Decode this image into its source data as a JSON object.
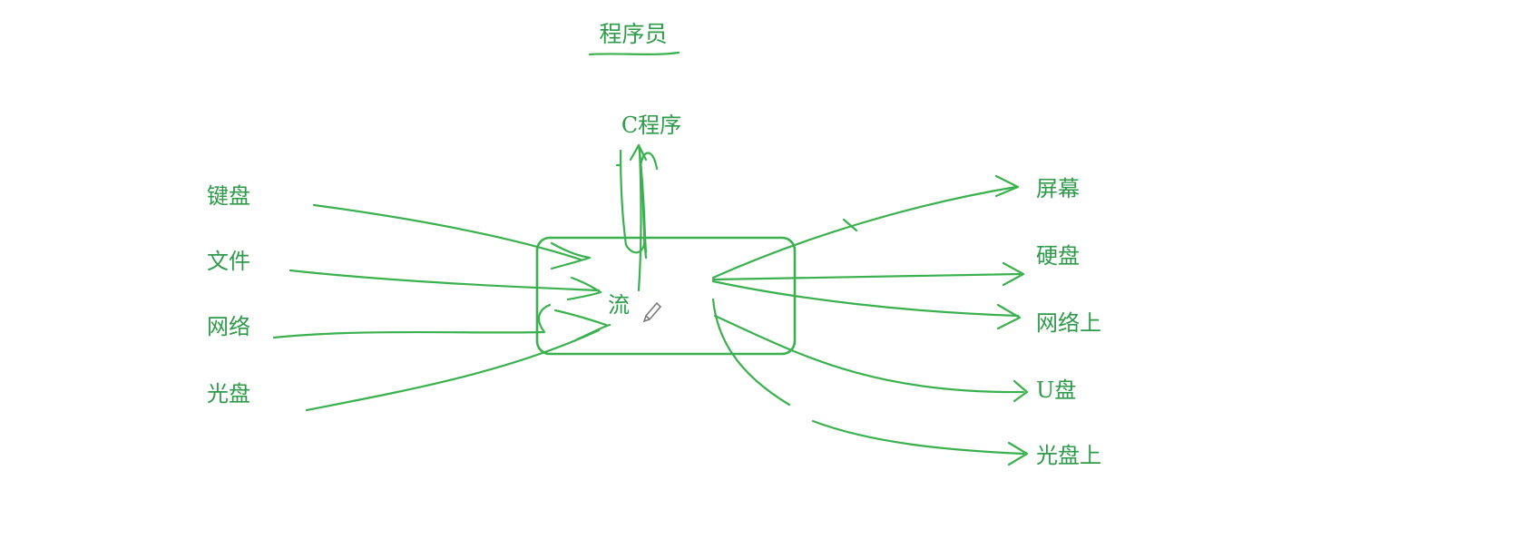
{
  "title": "程序员",
  "program": "C程序",
  "stream": "流",
  "sources": [
    "键盘",
    "文件",
    "网络",
    "光盘"
  ],
  "targets": [
    "屏幕",
    "硬盘",
    "网络上",
    "U盘",
    "光盘上"
  ],
  "colors": {
    "ink": "#3bb04f",
    "text": "#2e9a4a",
    "background": "#ffffff"
  },
  "cursor_icon": "pencil-icon"
}
